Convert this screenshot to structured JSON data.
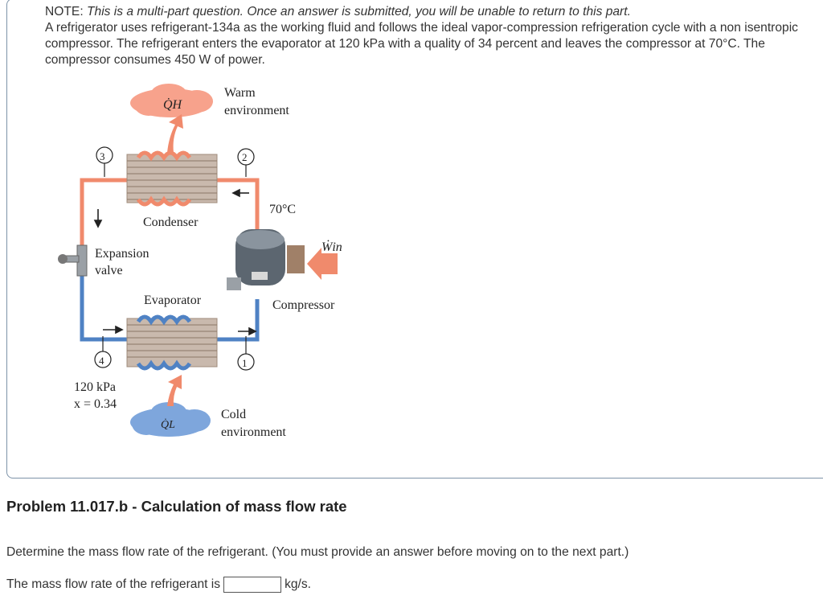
{
  "note": {
    "prefix": "NOTE:",
    "warning": "This is a multi-part question. Once an answer is submitted, you will be unable to return to this part.",
    "problem_text": "A refrigerator uses refrigerant-134a as the working fluid and follows the ideal vapor-compression refrigeration cycle with a non isentropic compressor. The refrigerant enters the evaporator at 120 kPa with a quality of 34 percent and leaves the compressor at 70°C. The compressor consumes 450 W of power."
  },
  "diagram": {
    "q_h": "Q̇H",
    "q_l": "Q̇L",
    "w_in": "Ẇin",
    "warm_line1": "Warm",
    "warm_line2": "environment",
    "cold_line1": "Cold",
    "cold_line2": "environment",
    "condenser": "Condenser",
    "evaporator": "Evaporator",
    "compressor": "Compressor",
    "expansion_line1": "Expansion",
    "expansion_line2": "valve",
    "temp": "70°C",
    "pressure": "120 kPa",
    "quality": "x = 0.34",
    "state1": "1",
    "state2": "2",
    "state3": "3",
    "state4": "4",
    "colors": {
      "hot": "#f08a6c",
      "cold": "#4f82c4",
      "cloud_hot": "#f7a28c",
      "cloud_cold": "#7ea6dc"
    }
  },
  "problem": {
    "title": "Problem 11.017.b - Calculation of mass flow rate",
    "instruction": "Determine the mass flow rate of the refrigerant. (You must provide an answer before moving on to the next part.)",
    "answer_prefix": "The mass flow rate of the refrigerant is",
    "answer_value": "",
    "answer_unit": "kg/s."
  }
}
